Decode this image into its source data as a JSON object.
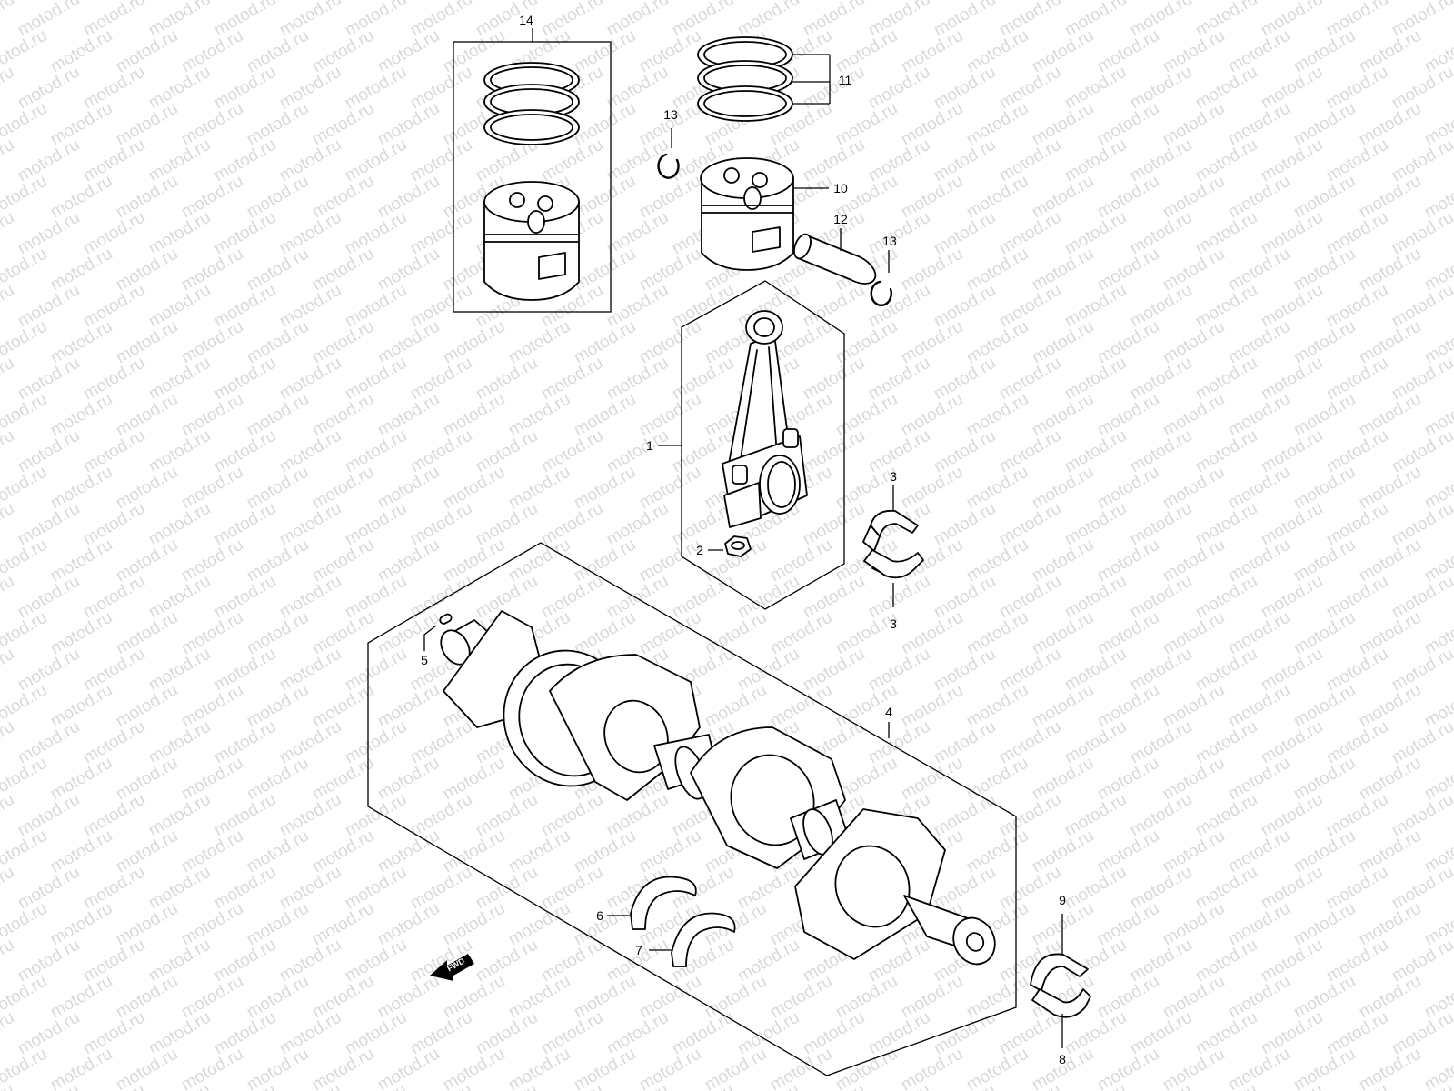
{
  "watermark": "motod.ru",
  "colors": {
    "line": "#000000",
    "watermark": "#d9d9d9",
    "background": "#ffffff"
  },
  "fwd_label": "FWD",
  "callouts": [
    {
      "id": "14",
      "text": "14"
    },
    {
      "id": "11",
      "text": "11"
    },
    {
      "id": "13a",
      "text": "13"
    },
    {
      "id": "10",
      "text": "10"
    },
    {
      "id": "12",
      "text": "12"
    },
    {
      "id": "13b",
      "text": "13"
    },
    {
      "id": "1",
      "text": "1"
    },
    {
      "id": "3a",
      "text": "3"
    },
    {
      "id": "2",
      "text": "2"
    },
    {
      "id": "3b",
      "text": "3"
    },
    {
      "id": "5",
      "text": "5"
    },
    {
      "id": "4",
      "text": "4"
    },
    {
      "id": "6",
      "text": "6"
    },
    {
      "id": "7",
      "text": "7"
    },
    {
      "id": "9",
      "text": "9"
    },
    {
      "id": "8",
      "text": "8"
    }
  ]
}
